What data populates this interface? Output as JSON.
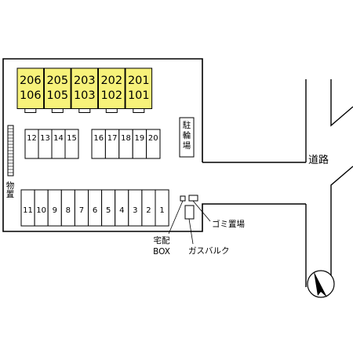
{
  "buildings": [
    {
      "upper": "206",
      "lower": "106"
    },
    {
      "upper": "205",
      "lower": "105"
    },
    {
      "upper": "203",
      "lower": "103"
    },
    {
      "upper": "202",
      "lower": "102"
    },
    {
      "upper": "201",
      "lower": "101"
    }
  ],
  "parking": {
    "row_a": [
      "12",
      "13",
      "14",
      "15"
    ],
    "row_b": [
      "16",
      "17",
      "18",
      "19",
      "20"
    ],
    "row_c": [
      "11",
      "10",
      "9",
      "8",
      "7",
      "6",
      "5",
      "4",
      "3",
      "2",
      "1"
    ]
  },
  "labels": {
    "bicycle_parking": "駐輪場",
    "storage": "物置",
    "road": "道路",
    "garbage": "ゴミ置場",
    "delivery_box_line1": "宅配",
    "delivery_box_line2": "BOX",
    "gas_bulk": "ガスバルク"
  },
  "colors": {
    "building_fill": "#f7f27a",
    "line": "#000000"
  },
  "icons": {
    "north": "north-arrow-icon"
  }
}
